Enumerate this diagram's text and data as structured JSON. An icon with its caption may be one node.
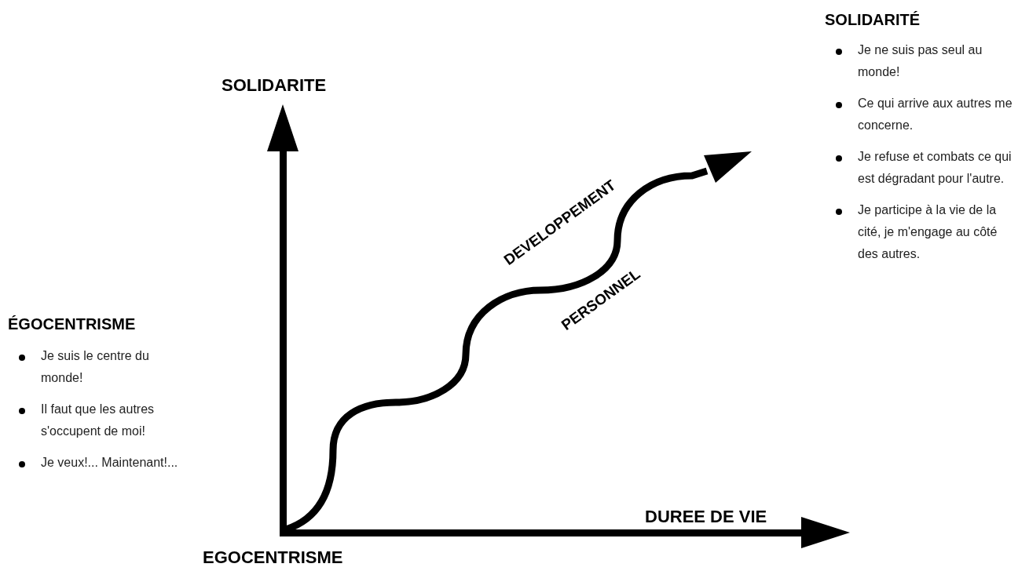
{
  "diagram": {
    "labels": [
      "SOLIDARITÉ",
      "Je ne suis pas seul au monde!",
      "Ce qui arrive aux autres me concerne.",
      "Je refuse et combats ce qui est dégradant pour l'autre.",
      "Je participe à la vie de la cité, je m'engage au côté des autres.",
      "SOLIDARITE",
      "DEVELOPPEMENT",
      "PERSONNEL",
      "ÉGOCENTRISME",
      "Je suis le centre du monde!",
      "Il faut que les autres s'occupent de moi!",
      "Je veux!... Maintenant!...",
      "DUREE DE VIE",
      "EGOCENTRISME"
    ]
  }
}
